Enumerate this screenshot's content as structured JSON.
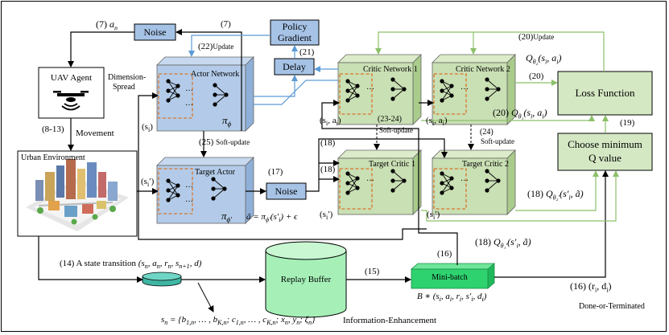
{
  "boxes": {
    "noise_top": "Noise",
    "policy_gradient_1": "Policy",
    "policy_gradient_2": "Gradient",
    "delay": "Delay",
    "uav_agent": "UAV Agent",
    "urban_environment": "Urban Environment",
    "actor_network": "Actor Network",
    "target_actor": "Target Actor",
    "noise_mid": "Noise",
    "critic_network_1": "Critic Network 1",
    "critic_network_2": "Critic Network 2",
    "target_critic_1": "Target Critic 1",
    "target_critic_2": "Target Critic 2",
    "loss_function": "Loss Function",
    "choose_min_1": "Choose minimum",
    "choose_min_2": "Q value",
    "replay_buffer": "Replay Buffer",
    "mini_batch": "Mini-batch"
  },
  "labels": {
    "step7_an": "(7)",
    "an_sym": "a",
    "an_sub": "n",
    "step7_pg": "(7)",
    "step22": "(22)",
    "update": "Update",
    "step21": "(21)",
    "dimension": "Dimension-",
    "spread": "Spread",
    "pi_phi": "π",
    "pi_phi_sub": "ϕ",
    "step8_13": "(8-13)",
    "movement": "Movement",
    "si": "(s",
    "si_sub": "i",
    "si_close": ")",
    "step25": "(25)",
    "soft_update": "Soft-update",
    "si_prime": "(s",
    "si_prime_sub": "i",
    "si_prime_close": "′)",
    "pi_phi_prime": "π",
    "pi_phi_prime_sub": "ϕ′",
    "a_tilde_eq": "ã = π",
    "a_tilde_sub": "ϕ′",
    "a_tilde_rest": "(s′",
    "a_tilde_rest_sub": "i",
    "a_tilde_rest2": ") + ϵ",
    "step17": "(17)",
    "step18_a": "(18)",
    "step18_b": "(18)",
    "si_ai_1": "(s",
    "si_ai_1_mid": "i",
    "si_ai_1_end": ", a",
    "si_ai_1_end_sub": "i",
    "si_ai_1_close": ")",
    "step23_24": "(23-24)",
    "soft_update_2": "Soft-update",
    "si_ai_2": "(s",
    "si_ai_2_mid": "i",
    "si_ai_2_end": ", a",
    "si_ai_2_end_sub": "i",
    "si_ai_2_close": ")",
    "step24": "(24)",
    "soft_update_3": "Soft-update",
    "s_prime_1": "(s",
    "s_prime_1_sub": "i",
    "s_prime_1_close": "′)",
    "s_prime_2": "(s",
    "s_prime_2_sub": "i",
    "s_prime_2_close": "′)",
    "step20_update": "(20)",
    "update_2": "Update",
    "q2_label": "Q",
    "q2_sub": "θ₂",
    "q2_args": "(s",
    "q2_args_sub": "i",
    "q2_args_end": ", a",
    "q2_args_end_sub": "i",
    "q2_close": ")",
    "step20_loss": "(20)",
    "step20_q1": "(20)",
    "q1_label": "Q",
    "q1_sub": "θ₁",
    "q1_args": "(s",
    "q1_args_sub": "i",
    "q1_args_end": ", a",
    "q1_args_end_sub": "i",
    "q1_close": ")",
    "step19": "(19)",
    "step18_q2p": "(18)",
    "q2p": "Q",
    "q2p_sub": "θ₂′",
    "q2p_args": "(s′",
    "q2p_args_sub": "i",
    "q2p_args_end": ", ã)",
    "step18_q1p": "(18)",
    "q1p": "Q",
    "q1p_sub": "θ₁′",
    "q1p_args": "(s′",
    "q1p_args_sub": "i",
    "q1p_args_end": ", ã)",
    "step14": "(14) A state transition",
    "transition": "(s",
    "transition_rest": ", a",
    "transition_rest2": ", r",
    "transition_rest3": ", s",
    "transition_rest4": ", d)",
    "sub_n": "n",
    "sub_n1": "n+1",
    "step15": "(15)",
    "step16": "(16)",
    "batch_expr": "B ∗ (s",
    "batch_expr_rest": ", a",
    "batch_expr_rest2": ", r",
    "batch_expr_rest3": ", s′",
    "batch_expr_rest4": ", d",
    "batch_expr_close": ")",
    "sub_i": "i",
    "step16_ri": "(16) (r",
    "ri_sub": "i",
    "ri_rest": ", d",
    "di_sub": "i",
    "ri_close": ")",
    "done": "Done-or-Terminated",
    "state_def": "s",
    "state_def_sub": "n",
    "state_def_rest": " = {b",
    "b1n": "1,n",
    "state_def_rest2": ", … , b",
    "bkn": "K,n",
    "state_def_rest3": "; c",
    "c1n": "1,n",
    "state_def_rest4": ", … , c",
    "ckn": "K,n",
    "state_def_rest5": "; x",
    "xn": "n",
    "state_def_rest6": ", y",
    "yn": "n",
    "state_def_rest7": "; ζ",
    "zn": "n",
    "state_def_rest8": "}",
    "info_enh": "Information-Enhancement",
    "dots": "…"
  },
  "colors": {
    "blue_box": "#a6c3e6",
    "blue_network": "#b3cbe8",
    "green_box": "#d5e8c4",
    "green_network": "#c9dfb4",
    "orange_dash": "#d9762b",
    "blue_arrow": "#5b9bd5",
    "green_arrow": "#8cc06a",
    "mini_batch": "#2ed26f",
    "replay_buffer": "#a6f0b8",
    "buffer_disc": "#55c7b5"
  }
}
